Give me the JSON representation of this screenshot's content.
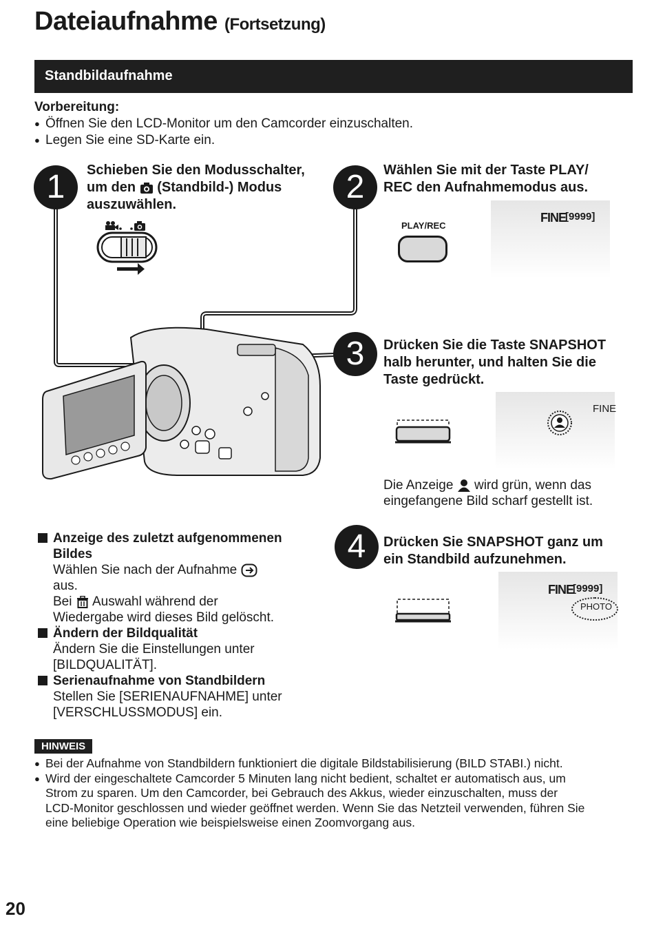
{
  "header": {
    "title": "Dateiaufnahme",
    "subtitle": "(Fortsetzung)"
  },
  "section": {
    "title": "Standbildaufnahme"
  },
  "preparation": {
    "heading": "Vorbereitung:",
    "items": [
      "Öffnen Sie den LCD-Monitor um den Camcorder einzuschalten.",
      "Legen Sie eine SD-Karte ein."
    ]
  },
  "steps": [
    {
      "number": "1",
      "line1": "Schieben Sie den Modusschalter,",
      "line2a": "um den ",
      "line2b": " (Standbild-) Modus",
      "line3": "auszuwählen."
    },
    {
      "number": "2",
      "line1": "Wählen Sie mit der Taste PLAY/",
      "line2": "REC den Aufnahmemodus aus.",
      "button_label": "PLAY/REC",
      "lcd_quality": "FINE",
      "lcd_count": "[9999]"
    },
    {
      "number": "3",
      "line1": "Drücken Sie die Taste SNAPSHOT",
      "line2": "halb herunter, und halten Sie die",
      "line3": "Taste gedrückt.",
      "lcd_quality": "FINE",
      "note_a": "Die Anzeige ",
      "note_b": " wird grün, wenn das",
      "note_c": "eingefangene Bild scharf gestellt ist."
    },
    {
      "number": "4",
      "line1": "Drücken Sie SNAPSHOT ganz um",
      "line2": "ein Standbild aufzunehmen.",
      "lcd_quality": "FINE",
      "lcd_count": "[9999]",
      "lcd_photo": "PHOTO"
    }
  ],
  "tips": [
    {
      "heading1": "Anzeige des zuletzt aufgenommenen",
      "heading2": "Bildes",
      "t1": "Wählen Sie nach der Aufnahme ",
      "t2": "aus.",
      "t3": "Bei ",
      "t4": " Auswahl während der",
      "t5": "Wiedergabe wird dieses Bild gelöscht."
    },
    {
      "heading1": "Ändern der Bildqualität",
      "t1": "Ändern Sie die Einstellungen unter",
      "t2": "[BILDQUALITÄT]."
    },
    {
      "heading1": "Serienaufnahme von Standbildern",
      "t1": "Stellen Sie [SERIENAUFNAHME] unter",
      "t2": "[VERSCHLUSSMODUS] ein."
    }
  ],
  "note": {
    "label": "HINWEIS",
    "item1": "Bei der Aufnahme von Standbildern funktioniert die digitale Bildstabilisierung (BILD STABI.) nicht.",
    "item2a": "Wird der eingeschaltete Camcorder 5 Minuten lang nicht bedient, schaltet er automatisch aus, um",
    "item2b": "Strom zu sparen. Um den Camcorder, bei Gebrauch des Akkus, wieder einzuschalten, muss der",
    "item2c": "LCD-Monitor geschlossen und wieder geöffnet werden. Wenn Sie das Netzteil verwenden, führen Sie",
    "item2d": "eine beliebige Operation wie beispielsweise einen Zoomvorgang aus."
  },
  "page_number": "20",
  "colors": {
    "bar": "#1f1f1f",
    "text": "#1a1a1a"
  }
}
